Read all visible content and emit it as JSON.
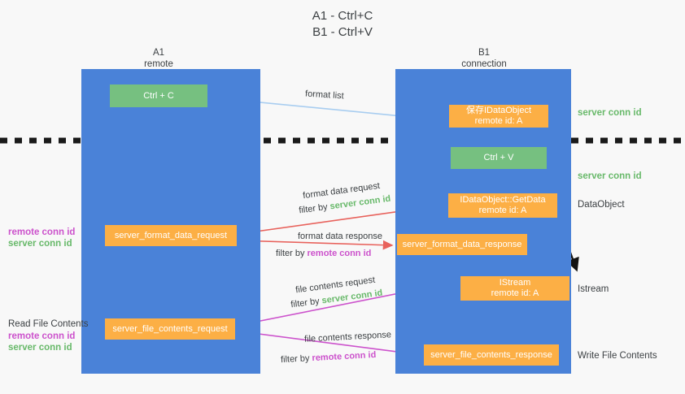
{
  "diagram": {
    "title": "A1 - Ctrl+C\nB1 - Ctrl+V",
    "background_color": "#f8f8f8",
    "lane_color": "#4a82d8",
    "box_orange_color": "#fcaf45",
    "box_green_color": "#76c080",
    "green_text_color": "#68b96a",
    "magenta_text_color": "#cc52cc"
  },
  "columns": [
    {
      "name": "column-a1",
      "label": "A1\nremote"
    },
    {
      "name": "column-b1",
      "label": "B1\nconnection"
    }
  ],
  "boxes": {
    "ctrl_c": "Ctrl + C",
    "ctrl_v": "Ctrl + V",
    "idataobject_store": "保存IDataObject\nremote id: A",
    "idataobject_getdata": "IDataObject::GetData\nremote id: A",
    "istream": "IStream\nremote id: A",
    "server_format_data_request": "server_format_data_request",
    "server_format_data_response": "server_format_data_response",
    "server_file_contents_request": "server_file_contents_request",
    "server_file_contents_response": "server_file_contents_response"
  },
  "edge_labels": {
    "format_list": "format list",
    "format_data_request": "format data request",
    "format_data_request_filter_prefix": "filter by ",
    "format_data_request_filter_key": "server conn id",
    "format_data_response": "format data response",
    "format_data_response_filter_prefix": "filter by ",
    "format_data_response_filter_key": "remote conn id",
    "file_contents_request": "file contents request",
    "file_contents_request_filter_prefix": "filter by ",
    "file_contents_request_filter_key": "server conn id",
    "file_contents_response": "file contents response",
    "file_contents_response_filter_prefix": "filter by ",
    "file_contents_response_filter_key": "remote conn id"
  },
  "right_labels": {
    "server_conn_id_top": "server conn id",
    "server_conn_id_second": "server conn id",
    "dataobject": "DataObject",
    "istream": "Istream",
    "write_file_contents": "Write File Contents"
  },
  "left_labels": {
    "format_remote_conn_id": "remote conn id",
    "format_server_conn_id": "server conn id",
    "read_file_contents": "Read File Contents",
    "file_remote_conn_id": "remote conn id",
    "file_server_conn_id": "server conn id"
  }
}
